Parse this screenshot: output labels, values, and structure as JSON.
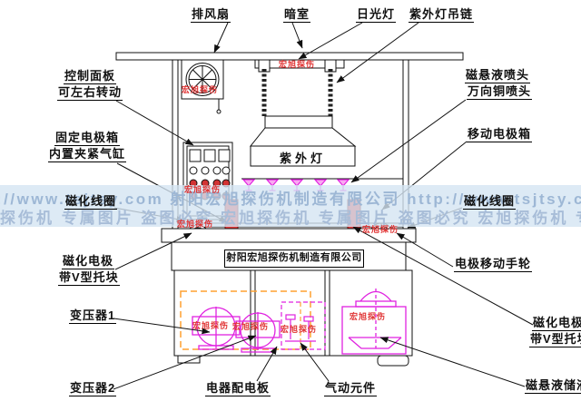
{
  "diagram": {
    "nameplate": "射阳宏旭探伤机制造有限公司",
    "labels": {
      "exhaust_fan": "排风扇",
      "dark_room": "暗室",
      "fluorescent_lamp": "日光灯",
      "uv_lamp_chain": "紫外灯吊链",
      "control_panel_l1": "控制面板",
      "control_panel_l2": "可左右转动",
      "fixed_electrode_l1": "固定电极箱",
      "fixed_electrode_l2": "内置夹紧气缸",
      "magnetizing_coil": "磁化线圈",
      "magnetizing_electrode_l1": "磁化电极",
      "magnetizing_electrode_l2": "带V型托块",
      "transformer1": "变压器1",
      "transformer2": "变压器2",
      "distribution_board": "电器配电板",
      "pneumatic_components": "气动元件",
      "spray_head_l1": "磁悬液喷头",
      "spray_head_l2": "万向铜喷头",
      "mobile_electrode_box": "移动电极箱",
      "electrode_handwheel": "电极移动手轮",
      "suspension_tank": "磁悬液储液箱",
      "uv_lamp": "紫外灯"
    },
    "watermark": {
      "row1": "://www.tsjtsy.com 射阳宏旭探伤机制造有限公司  http://www.tsjtsy.com 射阳宏旭探",
      "row2": "探伤机 专属图片 盗图必究   宏旭探伤机 专属图片 盗图必究   宏旭探伤机 专属图片 盗图",
      "red_stamp": "宏旭探伤"
    },
    "colors": {
      "line": "#111111",
      "red_accent": "#e03c3c",
      "magenta": "#e022e0",
      "orange": "#ffa030",
      "watermark_text": "#9db7d5",
      "watermark_bg": "#d5e5f2"
    }
  }
}
